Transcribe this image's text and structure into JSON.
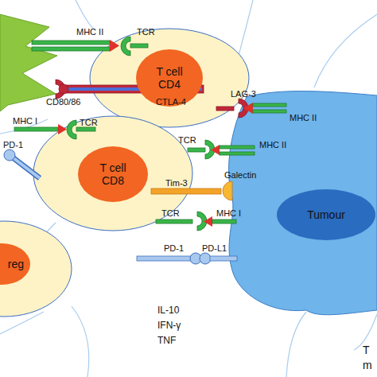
{
  "diagram": {
    "nodes": [
      {
        "text": [
          "T cell CD4"
        ]
      },
      {
        "text": [
          "T cell CD8"
        ]
      },
      {
        "text": [
          "reg"
        ]
      },
      {
        "text": [
          "Tumour"
        ]
      }
    ],
    "labels": [
      "MHC II",
      "TCR",
      "LAG-3",
      "CD80/86",
      "CTLA-4",
      "MHC II",
      "MHC I",
      "TCR",
      "TCR",
      "PD-1",
      "MHC II",
      "Tim-3",
      "Galectin",
      "TCR",
      "MHC I",
      "PD-1",
      "PD-L1",
      "IL-10",
      "IFN-γ",
      "TNF",
      "T",
      "m"
    ]
  }
}
